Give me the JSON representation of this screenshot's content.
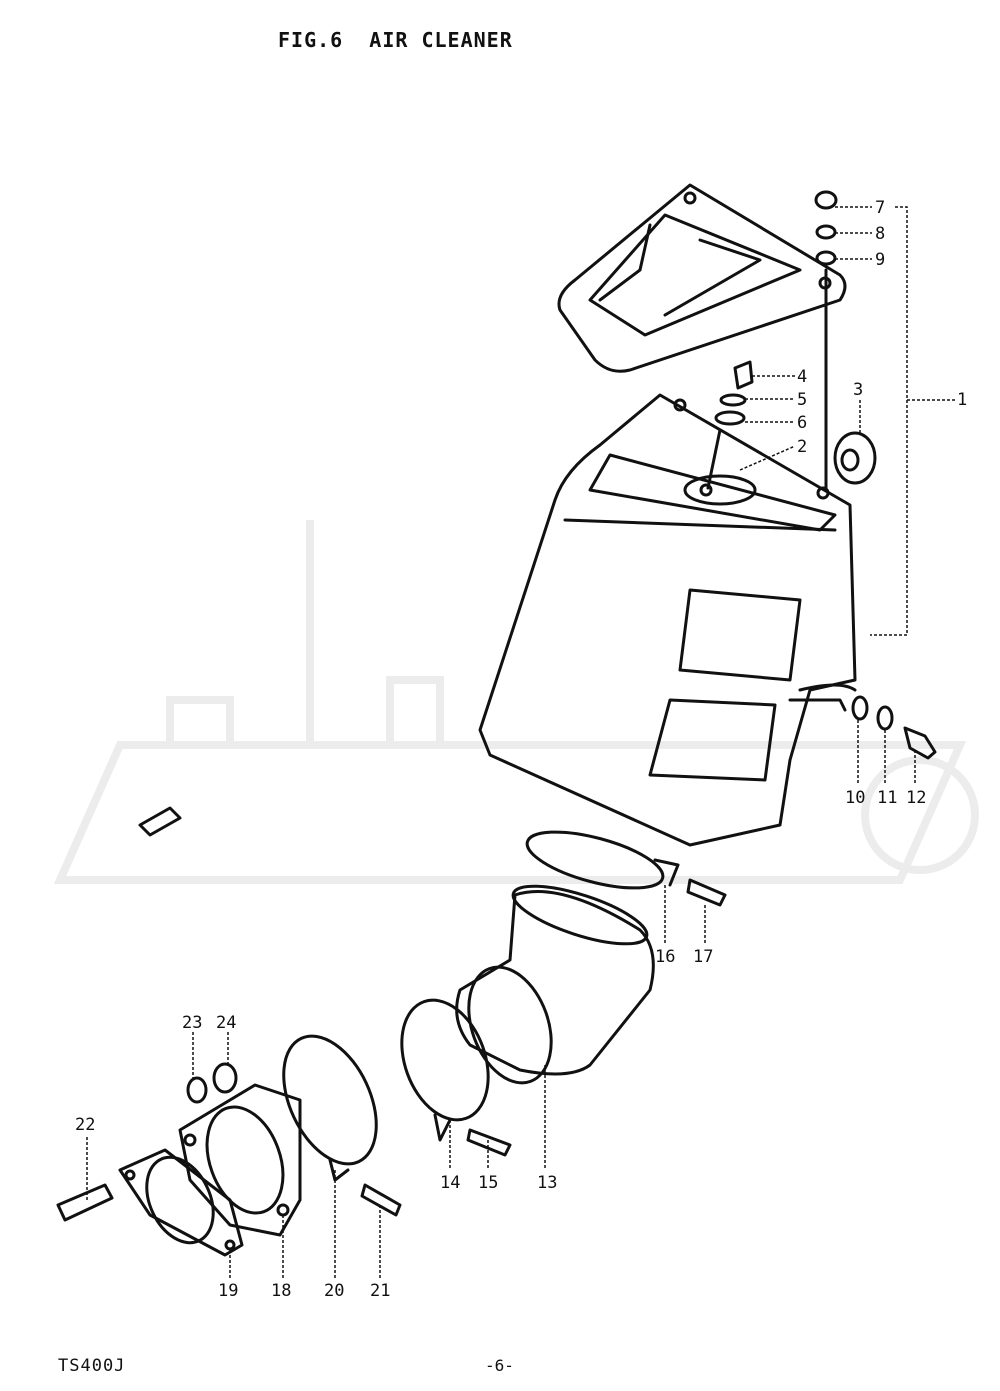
{
  "title": "FIG.6  AIR CLEANER",
  "footer": {
    "model": "TS400J",
    "page": "-6-"
  },
  "callouts": [
    "1",
    "2",
    "3",
    "4",
    "5",
    "6",
    "7",
    "8",
    "9",
    "10",
    "11",
    "12",
    "13",
    "14",
    "15",
    "16",
    "17",
    "18",
    "19",
    "20",
    "21",
    "22",
    "23",
    "24"
  ],
  "colors": {
    "ink": "#111111",
    "watermark": "#ececec"
  }
}
